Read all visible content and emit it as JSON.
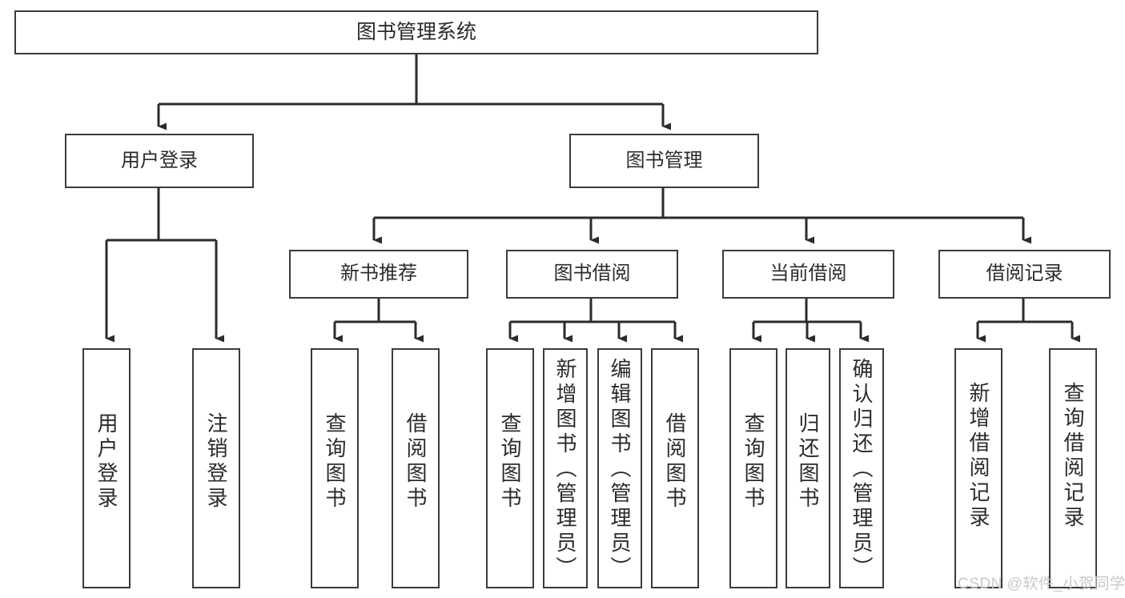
{
  "diagram": {
    "type": "tree-hierarchy",
    "title": "图书管理系统",
    "colors": {
      "box_border": "#3b3b3b",
      "box_fill": "#ffffff",
      "connector": "#2b2b2b",
      "text": "#2b2b2b",
      "watermark": "#c9c9c9",
      "background": "#ffffff"
    },
    "root": {
      "label": "图书管理系统"
    },
    "level2": [
      {
        "label": "用户登录"
      },
      {
        "label": "图书管理"
      }
    ],
    "level3": [
      {
        "label": "新书推荐"
      },
      {
        "label": "图书借阅"
      },
      {
        "label": "当前借阅"
      },
      {
        "label": "借阅记录"
      }
    ],
    "leaves": {
      "user_login": [
        {
          "label": "用户登录"
        },
        {
          "label": "注销登录"
        }
      ],
      "new_book_recommend": [
        {
          "label": "查询图书"
        },
        {
          "label": "借阅图书"
        }
      ],
      "book_borrow": [
        {
          "label": "查询图书"
        },
        {
          "label": "新增图书（管理员）"
        },
        {
          "label": "编辑图书（管理员）"
        },
        {
          "label": "借阅图书"
        }
      ],
      "current_borrow": [
        {
          "label": "查询图书"
        },
        {
          "label": "归还图书"
        },
        {
          "label": "确认归还（管理员）"
        }
      ],
      "borrow_records": [
        {
          "label": "新增借阅记录"
        },
        {
          "label": "查询借阅记录"
        }
      ]
    }
  },
  "watermark": {
    "text": "CSDN @软件_小贺同学"
  }
}
